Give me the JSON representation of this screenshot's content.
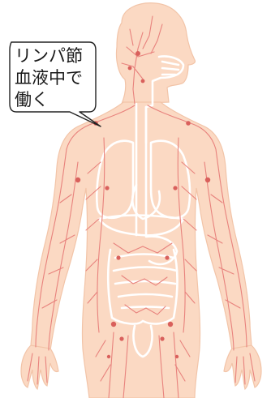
{
  "callout": {
    "lines": [
      "リンパ節",
      "血液中で",
      "働く"
    ]
  },
  "colors": {
    "skin": "#fbd9c3",
    "skin_outline": "#f2c4a8",
    "vessel": "#e8827d",
    "vessel_dark": "#d9605c",
    "organ_outline": "#ffffff",
    "callout_border": "#222222",
    "callout_fill": "#ffffff"
  }
}
